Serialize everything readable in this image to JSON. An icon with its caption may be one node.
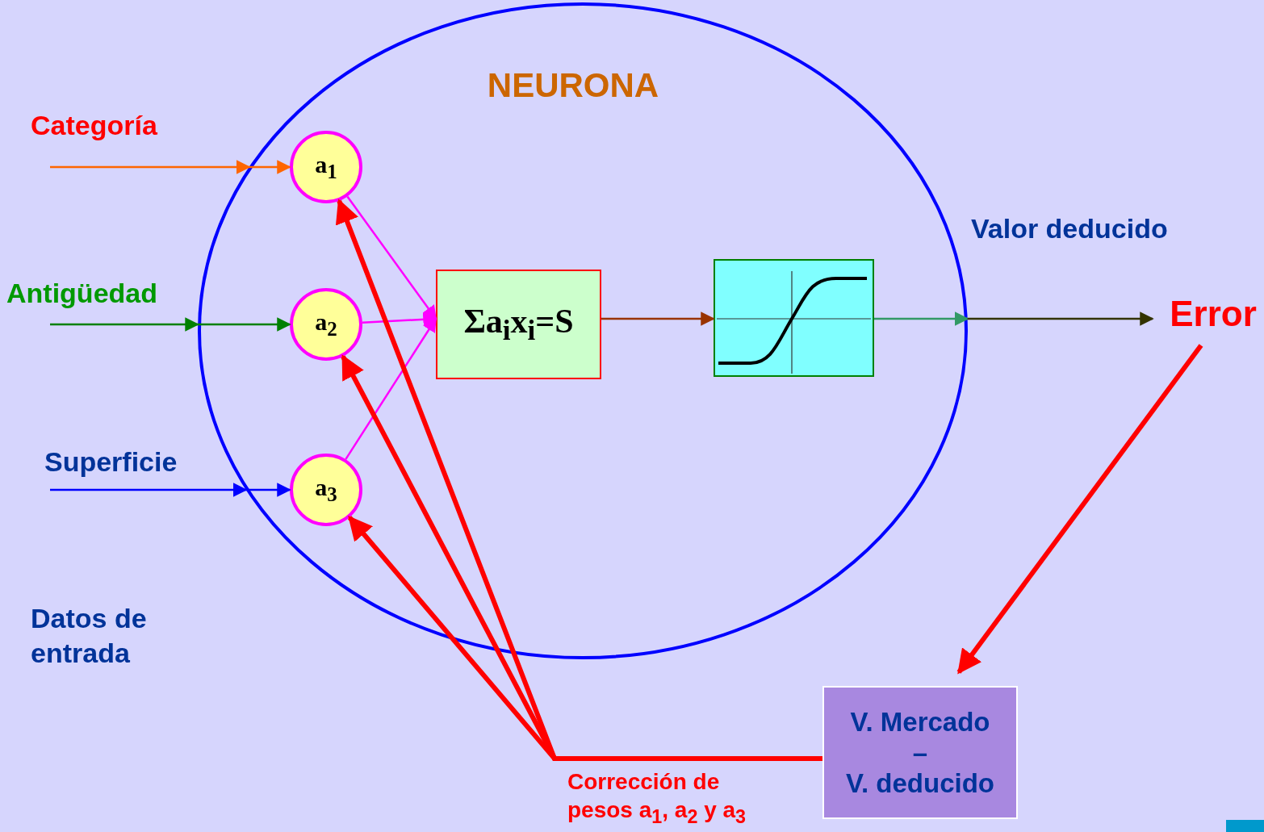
{
  "diagram": {
    "nodes": [
      {
        "text": [
          "NEURONA"
        ]
      },
      {
        "text": [
          "a$_{1}$"
        ],
        "in": 0
      },
      {
        "text": [
          "a$_{2}$"
        ],
        "in": 0
      },
      {
        "text": [
          "a$_{3}$"
        ],
        "in": 0
      },
      {
        "text": [
          "Σa$_{i}$x$_{i}$=S"
        ],
        "in": 0
      },
      {
        "text": [],
        "shape": "picture",
        "in": 0
      },
      {
        "text": [
          "Error"
        ]
      },
      {
        "text": [
          "V. Mercado",
          "–",
          "V. deducido"
        ]
      }
    ],
    "edges": [
      {
        "from": null,
        "to": 1,
        "arrow": "to",
        "color": "#ff6600"
      },
      {
        "from": null,
        "to": 2,
        "arrow": "to",
        "color": "#008000"
      },
      {
        "from": null,
        "to": 3,
        "arrow": "to",
        "color": "#0000ff"
      },
      {
        "from": 1,
        "to": 4,
        "arrow": "to",
        "color": "#ff00ff"
      },
      {
        "from": 2,
        "to": 4,
        "arrow": "to",
        "color": "#ff00ff"
      },
      {
        "from": 3,
        "to": 4,
        "arrow": "to",
        "color": "#ff00ff"
      },
      {
        "from": 4,
        "to": 5,
        "arrow": "to",
        "color": "#993300"
      },
      {
        "from": 5,
        "to": 0,
        "arrow": "to",
        "color": "#339966"
      },
      {
        "from": 0,
        "to": 6,
        "arrow": "to",
        "color": "#333300"
      },
      {
        "from": 6,
        "to": 7,
        "arrow": "to",
        "style": "thick",
        "color": "#ff0000"
      },
      {
        "from": 7,
        "to": 1,
        "arrow": "to",
        "style": "thick",
        "color": "#ff0000"
      },
      {
        "from": 7,
        "to": 2,
        "arrow": "to",
        "style": "thick",
        "color": "#ff0000"
      },
      {
        "from": 7,
        "to": 3,
        "arrow": "to",
        "style": "thick",
        "color": "#ff0000"
      }
    ],
    "labels": [
      "Categoría",
      "Antigüedad",
      "Valor deducido",
      "Superficie",
      "Datos de entrada",
      "Corrección de pesos a$_{1}$, a$_{2}$ y a$_{3}$"
    ]
  }
}
